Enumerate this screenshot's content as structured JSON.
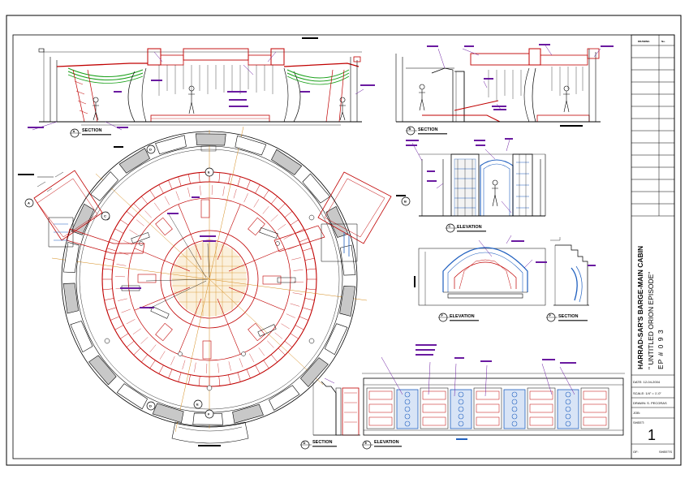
{
  "title_block": {
    "drawing_no_label": "DRAWING",
    "drawing_no_value": "No.",
    "project_title": "HARRAD-SAR'S BARGE-MAIN CABIN",
    "episode_title": "\" UNTITLED ORION EPISODE\"",
    "episode_no": "EP # 0 9 3",
    "date_label": "DATE: 12-04-2004",
    "scale_label": "SCALE: 1/4\" = 1'-0\"",
    "drawn_label": "DRAWN: S. PECORAS",
    "job_label": "JOB:",
    "sheet_label": "SHEET:",
    "sheet_number": "1",
    "of_label": "OF:",
    "sheets_label": "SHEETS"
  },
  "views": {
    "section_a": {
      "letter": "A",
      "title": "SECTION"
    },
    "section_b": {
      "letter": "B",
      "title": "SECTION"
    },
    "elevation_c": {
      "letter": "C",
      "title": "ELEVATION"
    },
    "elevation_f": {
      "letter": "F",
      "title": "ELEVATION"
    },
    "section_f": {
      "letter": "F",
      "title": "SECTION"
    },
    "section_d": {
      "letter": "D",
      "title": "SECTION"
    },
    "elevation_e": {
      "letter": "E",
      "title": "ELEVATION"
    }
  },
  "plan_markers": [
    "D",
    "E",
    "A",
    "B",
    "C",
    "F",
    "E",
    "D"
  ],
  "colors": {
    "line": "#000000",
    "red": "#c00000",
    "blue": "#1f5fbf",
    "green": "#1aa01a",
    "purple": "#6a1aa0",
    "orange": "#d48a1a",
    "gray": "#c8c8c8"
  }
}
